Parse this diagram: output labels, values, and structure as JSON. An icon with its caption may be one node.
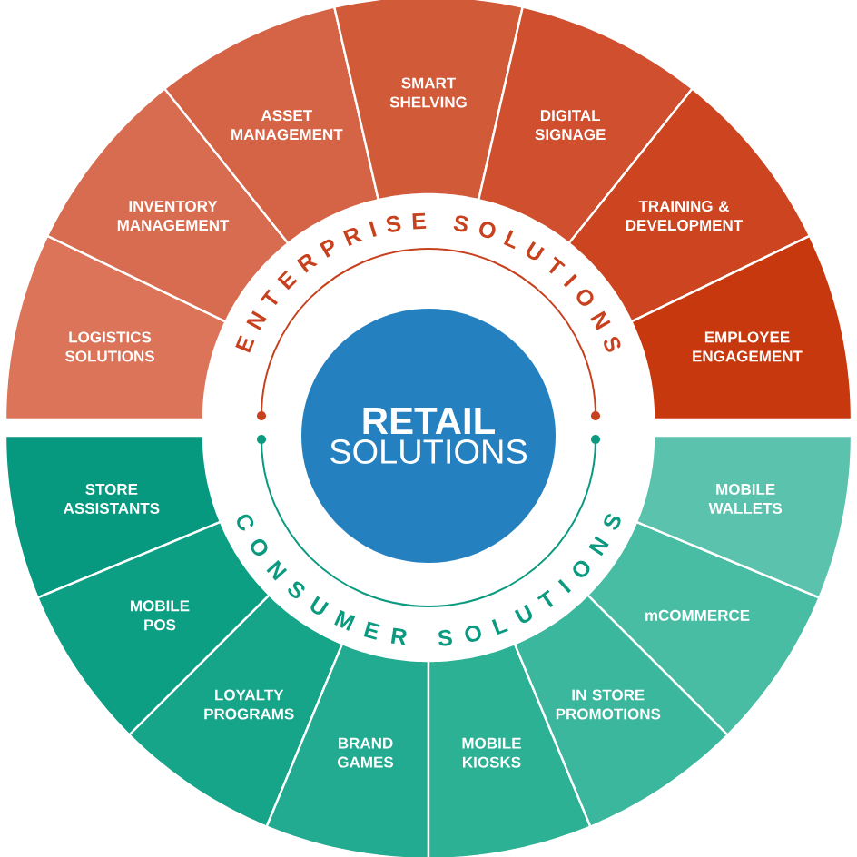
{
  "diagram": {
    "nodes": [
      {
        "text": [
          "RETAIL",
          "SOLUTIONS"
        ]
      },
      {
        "text": [
          "LOGISTICS SOLUTIONS"
        ]
      },
      {
        "text": [
          "INVENTORY MANAGEMENT"
        ]
      },
      {
        "text": [
          "ASSET MANAGEMENT"
        ]
      },
      {
        "text": [
          "SMART SHELVING"
        ]
      },
      {
        "text": [
          "DIGITAL SIGNAGE"
        ]
      },
      {
        "text": [
          "TRAINING & DEVELOPMENT"
        ]
      },
      {
        "text": [
          "EMPLOYEE ENGAGEMENT"
        ]
      },
      {
        "text": [
          "STORE ASSISTANTS"
        ]
      },
      {
        "text": [
          "MOBILE POS"
        ]
      },
      {
        "text": [
          "LOYALTY PROGRAMS"
        ]
      },
      {
        "text": [
          "BRAND GAMES"
        ]
      },
      {
        "text": [
          "MOBILE KIOSKS"
        ]
      },
      {
        "text": [
          "IN STORE PROMOTIONS"
        ]
      },
      {
        "text": [
          "mCOMMERCE"
        ]
      },
      {
        "text": [
          "MOBILE WALLETS"
        ]
      }
    ],
    "labels": [
      "ENTERPRISE SOLUTIONS",
      "CONSUMER SOLUTIONS"
    ]
  }
}
